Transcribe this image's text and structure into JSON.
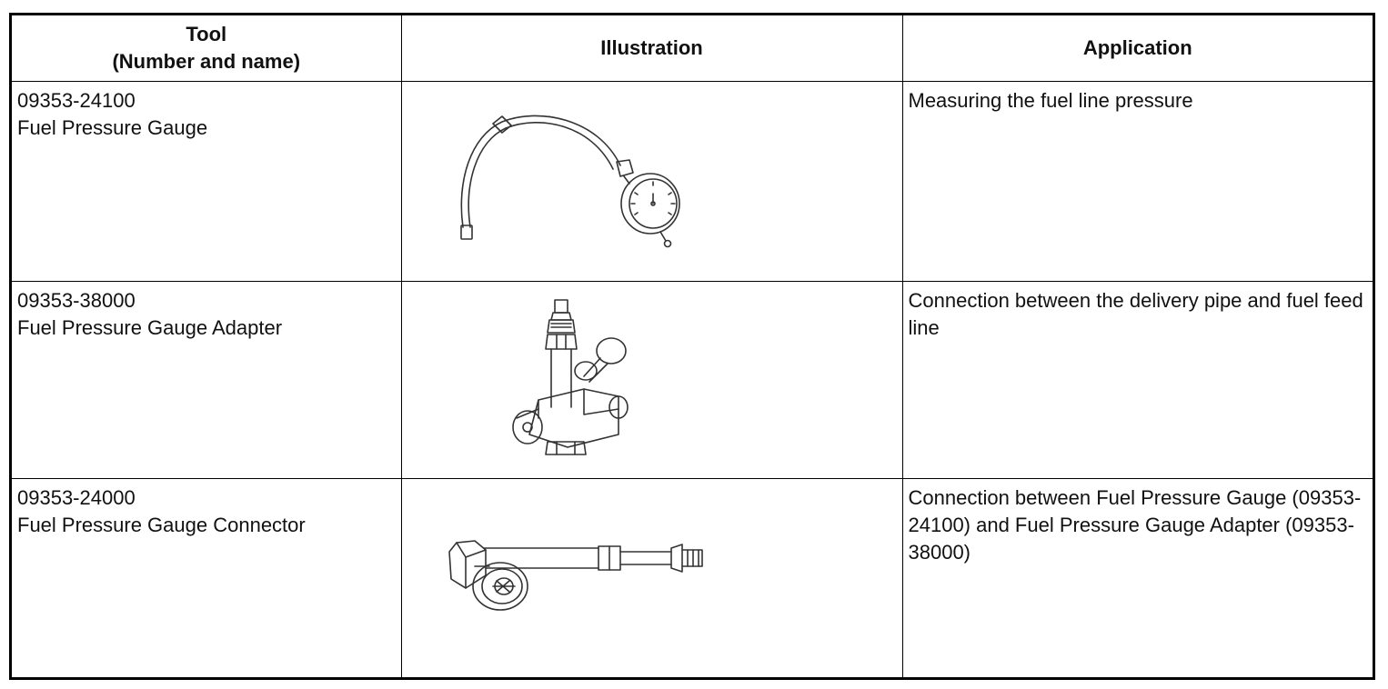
{
  "table": {
    "headers": {
      "tool_line1": "Tool",
      "tool_line2": "(Number and name)",
      "illustration": "Illustration",
      "application": "Application"
    },
    "rows": [
      {
        "number": "09353-24100",
        "name": "Fuel Pressure Gauge",
        "illustration_icon": "fuel-pressure-gauge-drawing",
        "application": "Measuring the fuel line pressure"
      },
      {
        "number": "09353-38000",
        "name": "Fuel Pressure Gauge Adapter",
        "illustration_icon": "fuel-pressure-gauge-adapter-drawing",
        "application": "Connection between the delivery pipe and fuel feed line"
      },
      {
        "number": "09353-24000",
        "name": "Fuel Pressure Gauge Connector",
        "illustration_icon": "fuel-pressure-gauge-connector-drawing",
        "application": "Connection between Fuel Pressure Gauge (09353-24100) and Fuel Pressure Gauge Adapter (09353-38000)"
      }
    ]
  }
}
